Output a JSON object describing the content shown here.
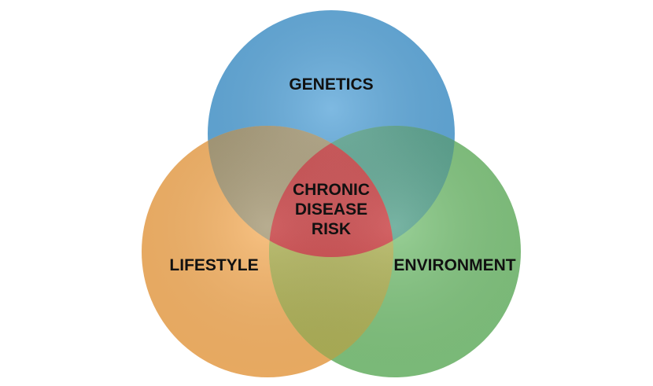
{
  "title": "Chronic Disease Risk Venn Diagram",
  "sets": [
    {
      "id": "genetics",
      "label": "GENETICS",
      "color": "#62aadb"
    },
    {
      "id": "lifestyle",
      "label": "LIFESTYLE",
      "color": "#f6b467"
    },
    {
      "id": "environment",
      "label": "ENVIRONMENT",
      "color": "#82c57f"
    }
  ],
  "overlaps": {
    "genetics_lifestyle": "#b3a57f",
    "genetics_environment": "#5fae98",
    "lifestyle_environment": "#bcbf5e"
  },
  "center": {
    "lines": [
      "CHRONIC",
      "DISEASE",
      "RISK"
    ],
    "color": "#e6474a"
  }
}
